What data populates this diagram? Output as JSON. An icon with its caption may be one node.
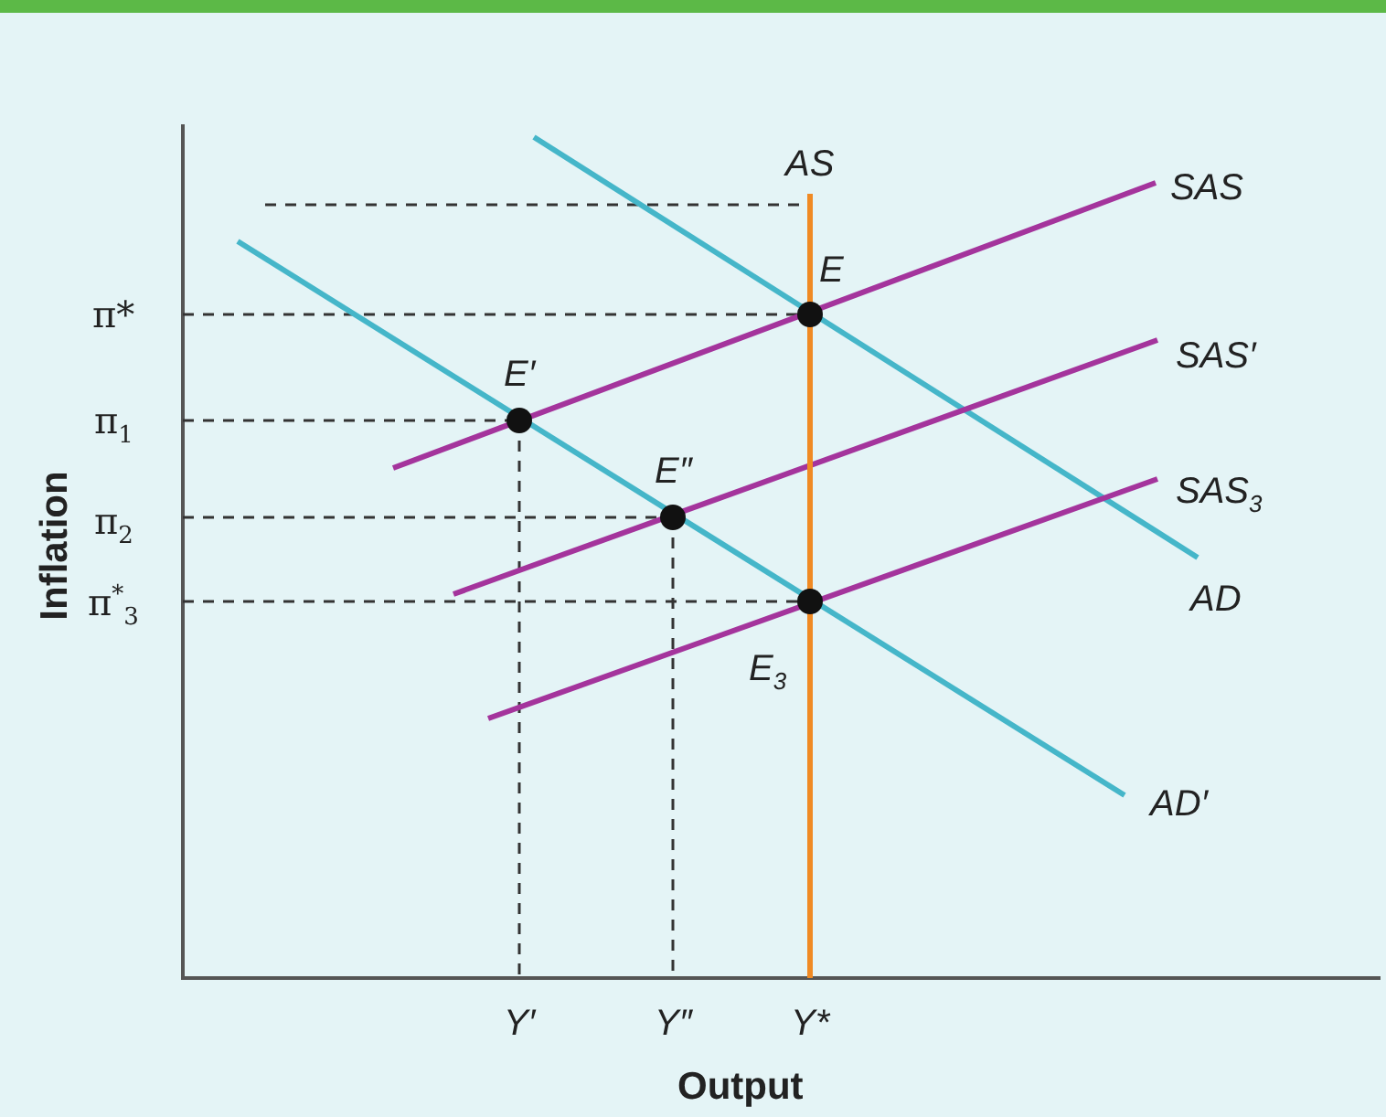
{
  "diagram": {
    "labels": [
      "AS",
      "SAS",
      "E",
      "π*",
      "E′",
      "SAS′",
      "π$_{1}$",
      "E″",
      "SAS$_{3}$",
      "π$_{2}$",
      "π$^{*}$$_{3}$",
      "AD",
      "E$_{3}$",
      "AD′",
      "Inflation",
      "Y′",
      "Y″",
      "Y*",
      "Output"
    ]
  }
}
